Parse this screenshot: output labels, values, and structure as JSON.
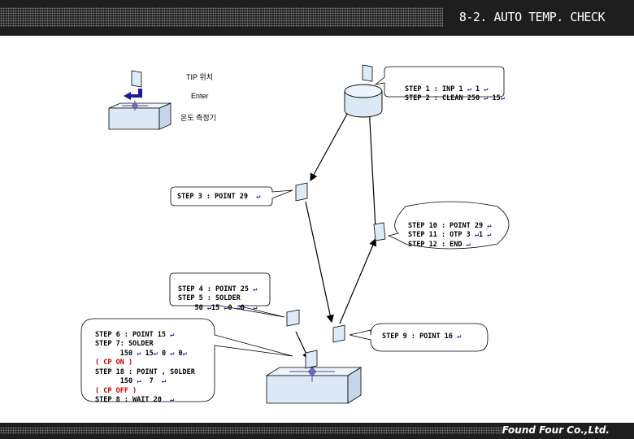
{
  "header": {
    "title": "8-2. AUTO TEMP. CHECK"
  },
  "footer": {
    "company": "Found Four Co.,Ltd."
  },
  "labels": {
    "tip_position": "TIP 위치",
    "enter": "Enter",
    "thermometer": "온도 측정기"
  },
  "callouts": {
    "step1": "STEP 1 : INP 1",
    "step1_val": "1",
    "step2": "STEP 2 : CLEAN 250",
    "step2_val": "15",
    "step3": "STEP 3 : POINT 29",
    "step10": "STEP 10 : POINT 29",
    "step11": "STEP 11 : OTP 3",
    "step11_val": "1",
    "step12": "STEP 12 : END",
    "step4": "STEP 4 : POINT 25",
    "step5": "STEP 5 : SOLDER",
    "step5_vals": [
      "50",
      "15",
      "0",
      "0"
    ],
    "step6": "STEP 6 : POINT 15",
    "step7": "STEP 7: SOLDER",
    "step7_vals": [
      "150",
      "15",
      "0",
      "0"
    ],
    "cp_on": "( CP ON )",
    "step18": "STEP 18 : POINT , SOLDER",
    "step18_vals": [
      "150",
      "7"
    ],
    "cp_off": "( CP OFF )",
    "step8": "STEP 8 : WAIT 20",
    "step9": "STEP 9 : POINT 16"
  },
  "colors": {
    "header_bg": "#1e1e1e",
    "station_fill": "#dce8f5",
    "tip_fill": "#dcecf7",
    "enter_icon": "#1a1aa0",
    "cp_text": "#cc0000"
  }
}
